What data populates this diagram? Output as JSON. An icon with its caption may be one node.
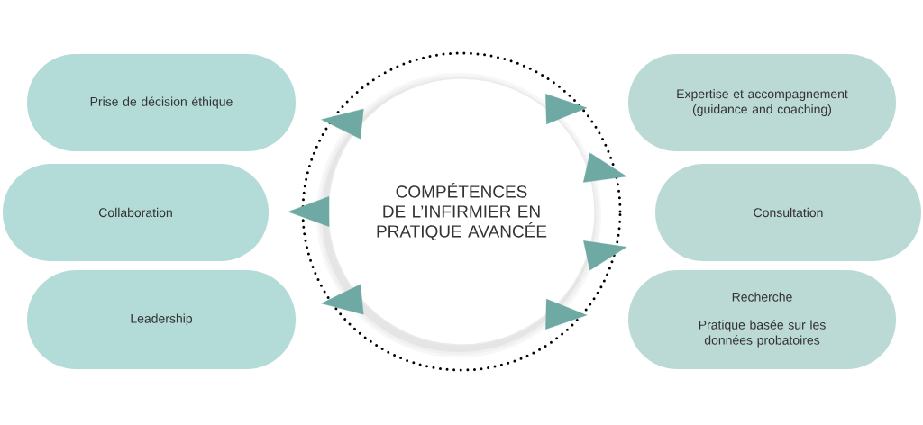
{
  "diagram": {
    "nodes": [
      {
        "text": [
          "Prise de décision éthique"
        ]
      },
      {
        "text": [
          "Collaboration"
        ]
      },
      {
        "text": [
          "Leadership"
        ]
      },
      {
        "text": [
          "COMPÉTENCES DE L’INFIRMIER EN PRATIQUE AVANCÉE"
        ]
      },
      {
        "text": [
          "Expertise et accompagnement (guidance and coaching)"
        ]
      },
      {
        "text": [
          "Consultation"
        ]
      },
      {
        "text": [
          "Recherche",
          "Pratique basée sur les données probatoires"
        ]
      }
    ],
    "edges": [
      {
        "from": 3,
        "to": 0,
        "arrow": "to"
      },
      {
        "from": 3,
        "to": 1,
        "arrow": "to"
      },
      {
        "from": 3,
        "to": 2,
        "arrow": "to"
      },
      {
        "from": 3,
        "to": 4,
        "arrow": "to"
      },
      {
        "from": 3,
        "to": 5,
        "arrow": "to"
      },
      {
        "from": 3,
        "to": 5,
        "arrow": "to"
      },
      {
        "from": 3,
        "to": 6,
        "arrow": "to"
      }
    ]
  }
}
